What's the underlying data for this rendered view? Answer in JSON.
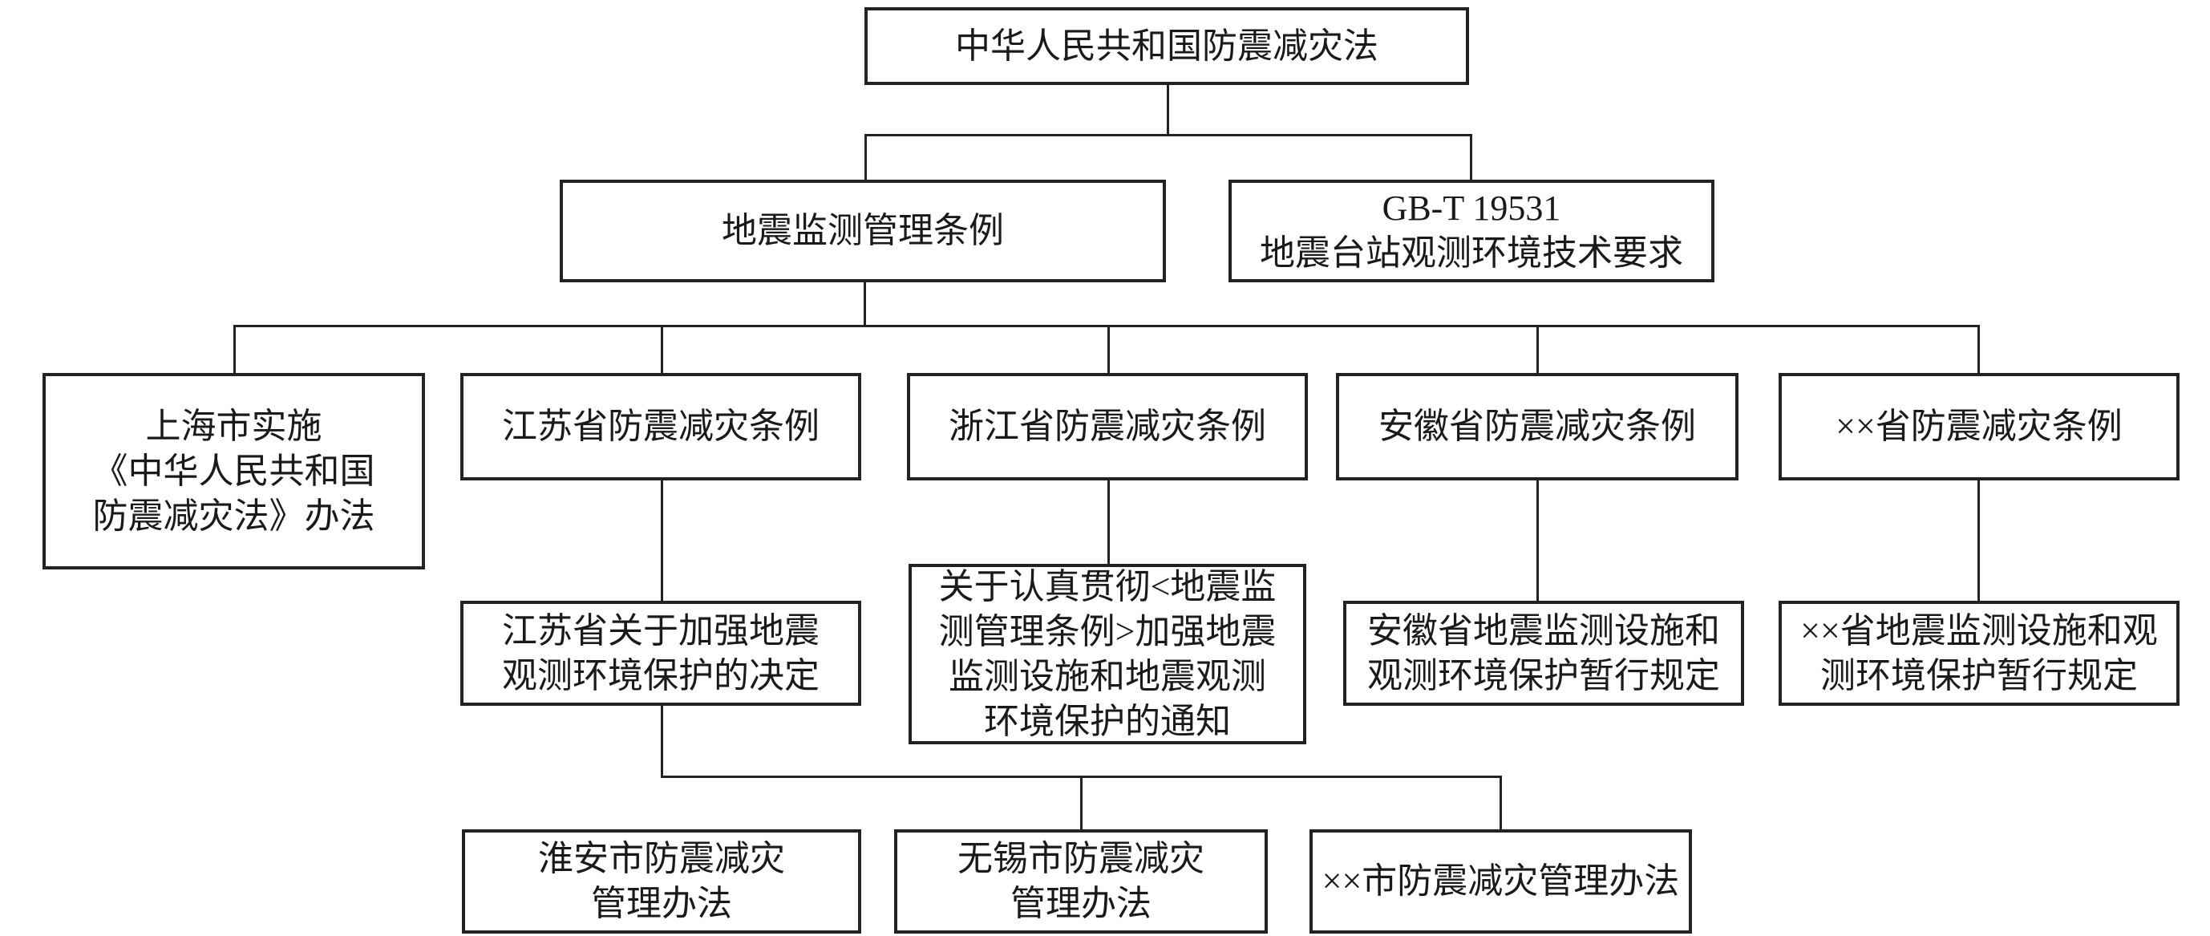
{
  "root": {
    "lines": [
      "中华人民共和国防震减灾法"
    ]
  },
  "level2": [
    {
      "lines": [
        "地震监测管理条例"
      ]
    },
    {
      "lines": [
        "GB-T 19531",
        "地震台站观测环境技术要求"
      ]
    }
  ],
  "level3": [
    {
      "lines": [
        "上海市实施",
        "《中华人民共和国",
        "防震减灾法》办法"
      ]
    },
    {
      "lines": [
        "江苏省防震减灾条例"
      ]
    },
    {
      "lines": [
        "浙江省防震减灾条例"
      ]
    },
    {
      "lines": [
        "安徽省防震减灾条例"
      ]
    },
    {
      "lines": [
        "××省防震减灾条例"
      ]
    }
  ],
  "level4": [
    {
      "lines": [
        "江苏省关于加强地震",
        "观测环境保护的决定"
      ]
    },
    {
      "lines": [
        "关于认真贯彻<地震监",
        "测管理条例>加强地震",
        "监测设施和地震观测",
        "环境保护的通知"
      ]
    },
    {
      "lines": [
        "安徽省地震监测设施和",
        "观测环境保护暂行规定"
      ]
    },
    {
      "lines": [
        "××省地震监测设施和观",
        "测环境保护暂行规定"
      ]
    }
  ],
  "level5": [
    {
      "lines": [
        "淮安市防震减灾",
        "管理办法"
      ]
    },
    {
      "lines": [
        "无锡市防震减灾",
        "管理办法"
      ]
    },
    {
      "lines": [
        "××市防震减灾管理办法"
      ]
    }
  ]
}
